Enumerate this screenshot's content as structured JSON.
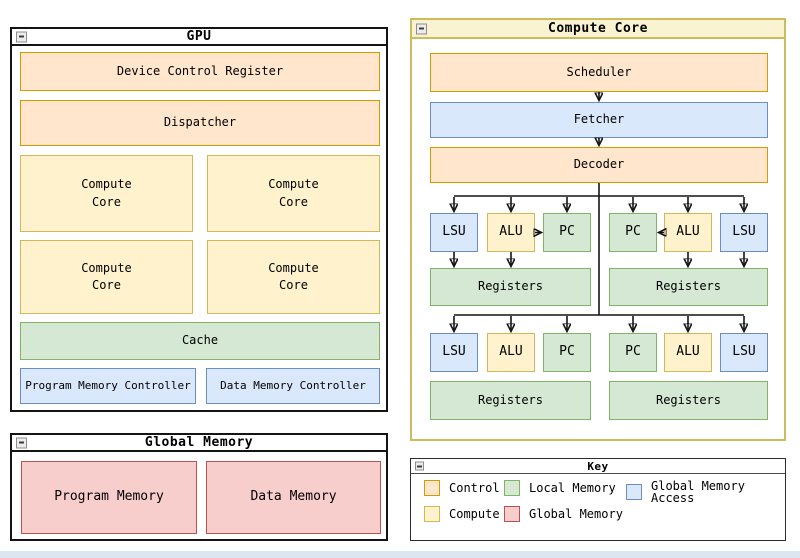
{
  "palette": {
    "control_fill": "#FFE6CC",
    "control_stroke": "#D79B00",
    "compute_fill": "#FFF2CC",
    "compute_stroke": "#D6B656",
    "local_memory_fill": "#D5E8D4",
    "local_memory_stroke": "#82B366",
    "global_memory_access_fill": "#DAE8FC",
    "global_memory_access_stroke": "#6C8EBF",
    "global_memory_fill": "#F8CECC",
    "global_memory_stroke": "#B85450",
    "compute_core_window_fill": "#FAF3D1",
    "compute_core_window_stroke": "#CBBD5F",
    "arrow_color": "#141414"
  },
  "gpu_window": {
    "title": "GPU",
    "device_control_register": "Device Control Register",
    "dispatcher": "Dispatcher",
    "compute_core_label": "Compute\nCore",
    "cache": "Cache",
    "program_memory_controller": "Program Memory Controller",
    "data_memory_controller": "Data Memory Controller"
  },
  "global_memory_window": {
    "title": "Global Memory",
    "program_memory": "Program Memory",
    "data_memory": "Data Memory"
  },
  "compute_core_window": {
    "title": "Compute Core",
    "scheduler": "Scheduler",
    "fetcher": "Fetcher",
    "decoder": "Decoder",
    "lsu": "LSU",
    "alu": "ALU",
    "pc": "PC",
    "registers": "Registers"
  },
  "key_window": {
    "title": "Key",
    "items": [
      {
        "label": "Control",
        "fill": "#FFE6CC",
        "stroke": "#D79B00"
      },
      {
        "label": "Local Memory",
        "fill": "#D5E8D4",
        "stroke": "#82B366"
      },
      {
        "label": "Global Memory Access",
        "fill": "#DAE8FC",
        "stroke": "#6C8EBF"
      },
      {
        "label": "Compute",
        "fill": "#FFF2CC",
        "stroke": "#D6B656"
      },
      {
        "label": "Global Memory",
        "fill": "#F8CECC",
        "stroke": "#B85450"
      }
    ]
  }
}
